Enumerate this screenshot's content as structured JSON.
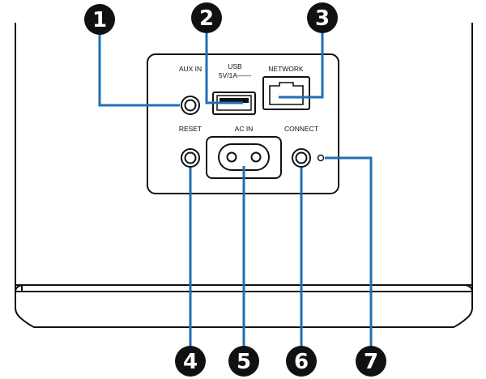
{
  "panel_labels": {
    "aux_in": "AUX IN",
    "usb_line1": "USB",
    "usb_line2": "5V/1A——",
    "network": "NETWORK",
    "reset": "RESET",
    "ac_in": "AC IN",
    "connect": "CONNECT"
  },
  "callouts": [
    {
      "number": "1",
      "target": "aux-in-jack"
    },
    {
      "number": "2",
      "target": "usb-port"
    },
    {
      "number": "3",
      "target": "network-port"
    },
    {
      "number": "4",
      "target": "reset-button"
    },
    {
      "number": "5",
      "target": "ac-inlet"
    },
    {
      "number": "6",
      "target": "connect-button"
    },
    {
      "number": "7",
      "target": "status-led"
    }
  ],
  "colors": {
    "callout_circle": "#111111",
    "leader_line": "#1f6fb6",
    "outline": "#111111"
  }
}
